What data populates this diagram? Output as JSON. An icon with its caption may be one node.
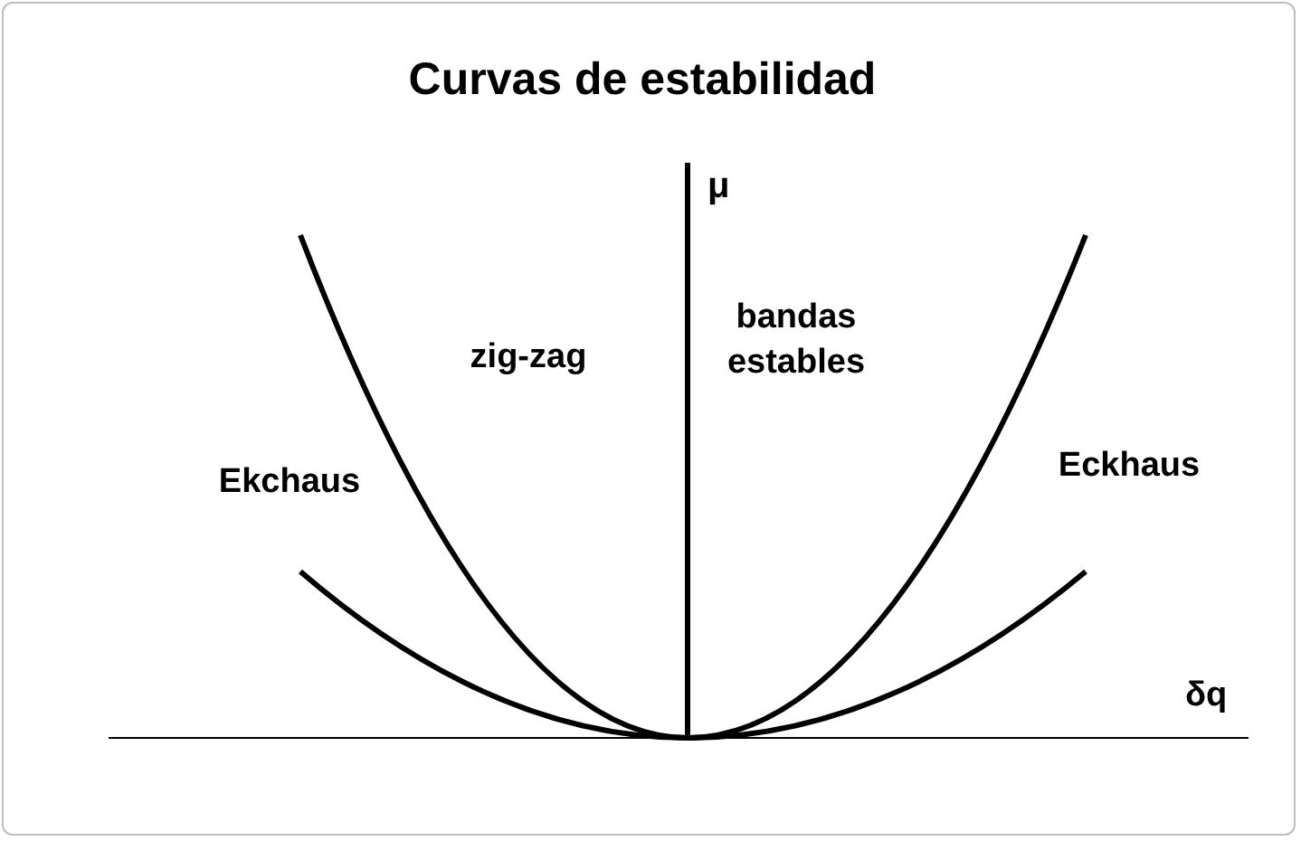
{
  "diagram": {
    "title": "Curvas de estabilidad",
    "labels": [
      "μ",
      "zig-zag",
      "bandas estables",
      "Ekchaus",
      "Eckhaus",
      "δq"
    ]
  }
}
